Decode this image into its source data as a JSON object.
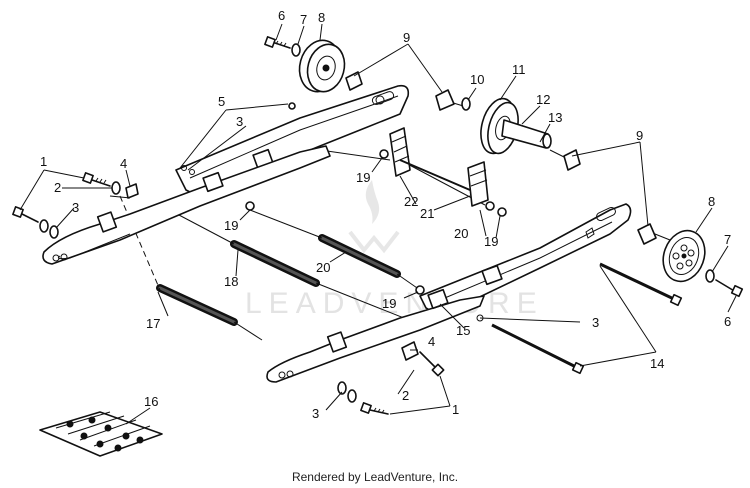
{
  "callouts": {
    "c1a": "1",
    "c1b": "1",
    "c2a": "2",
    "c2b": "2",
    "c3a": "3",
    "c3b": "3",
    "c3c": "3",
    "c3d": "3",
    "c4a": "4",
    "c4b": "4",
    "c5": "5",
    "c6a": "6",
    "c6b": "6",
    "c7a": "7",
    "c7b": "7",
    "c8a": "8",
    "c8b": "8",
    "c9a": "9",
    "c9b": "9",
    "c10": "10",
    "c11": "11",
    "c12": "12",
    "c13": "13",
    "c14": "14",
    "c15": "15",
    "c16": "16",
    "c17": "17",
    "c18": "18",
    "c19a": "19",
    "c19b": "19",
    "c19c": "19",
    "c19d": "19",
    "c20a": "20",
    "c20b": "20",
    "c21": "21",
    "c22": "22"
  },
  "watermark": "LEADVENTURE",
  "footer": "Rendered by LeadVenture, Inc."
}
